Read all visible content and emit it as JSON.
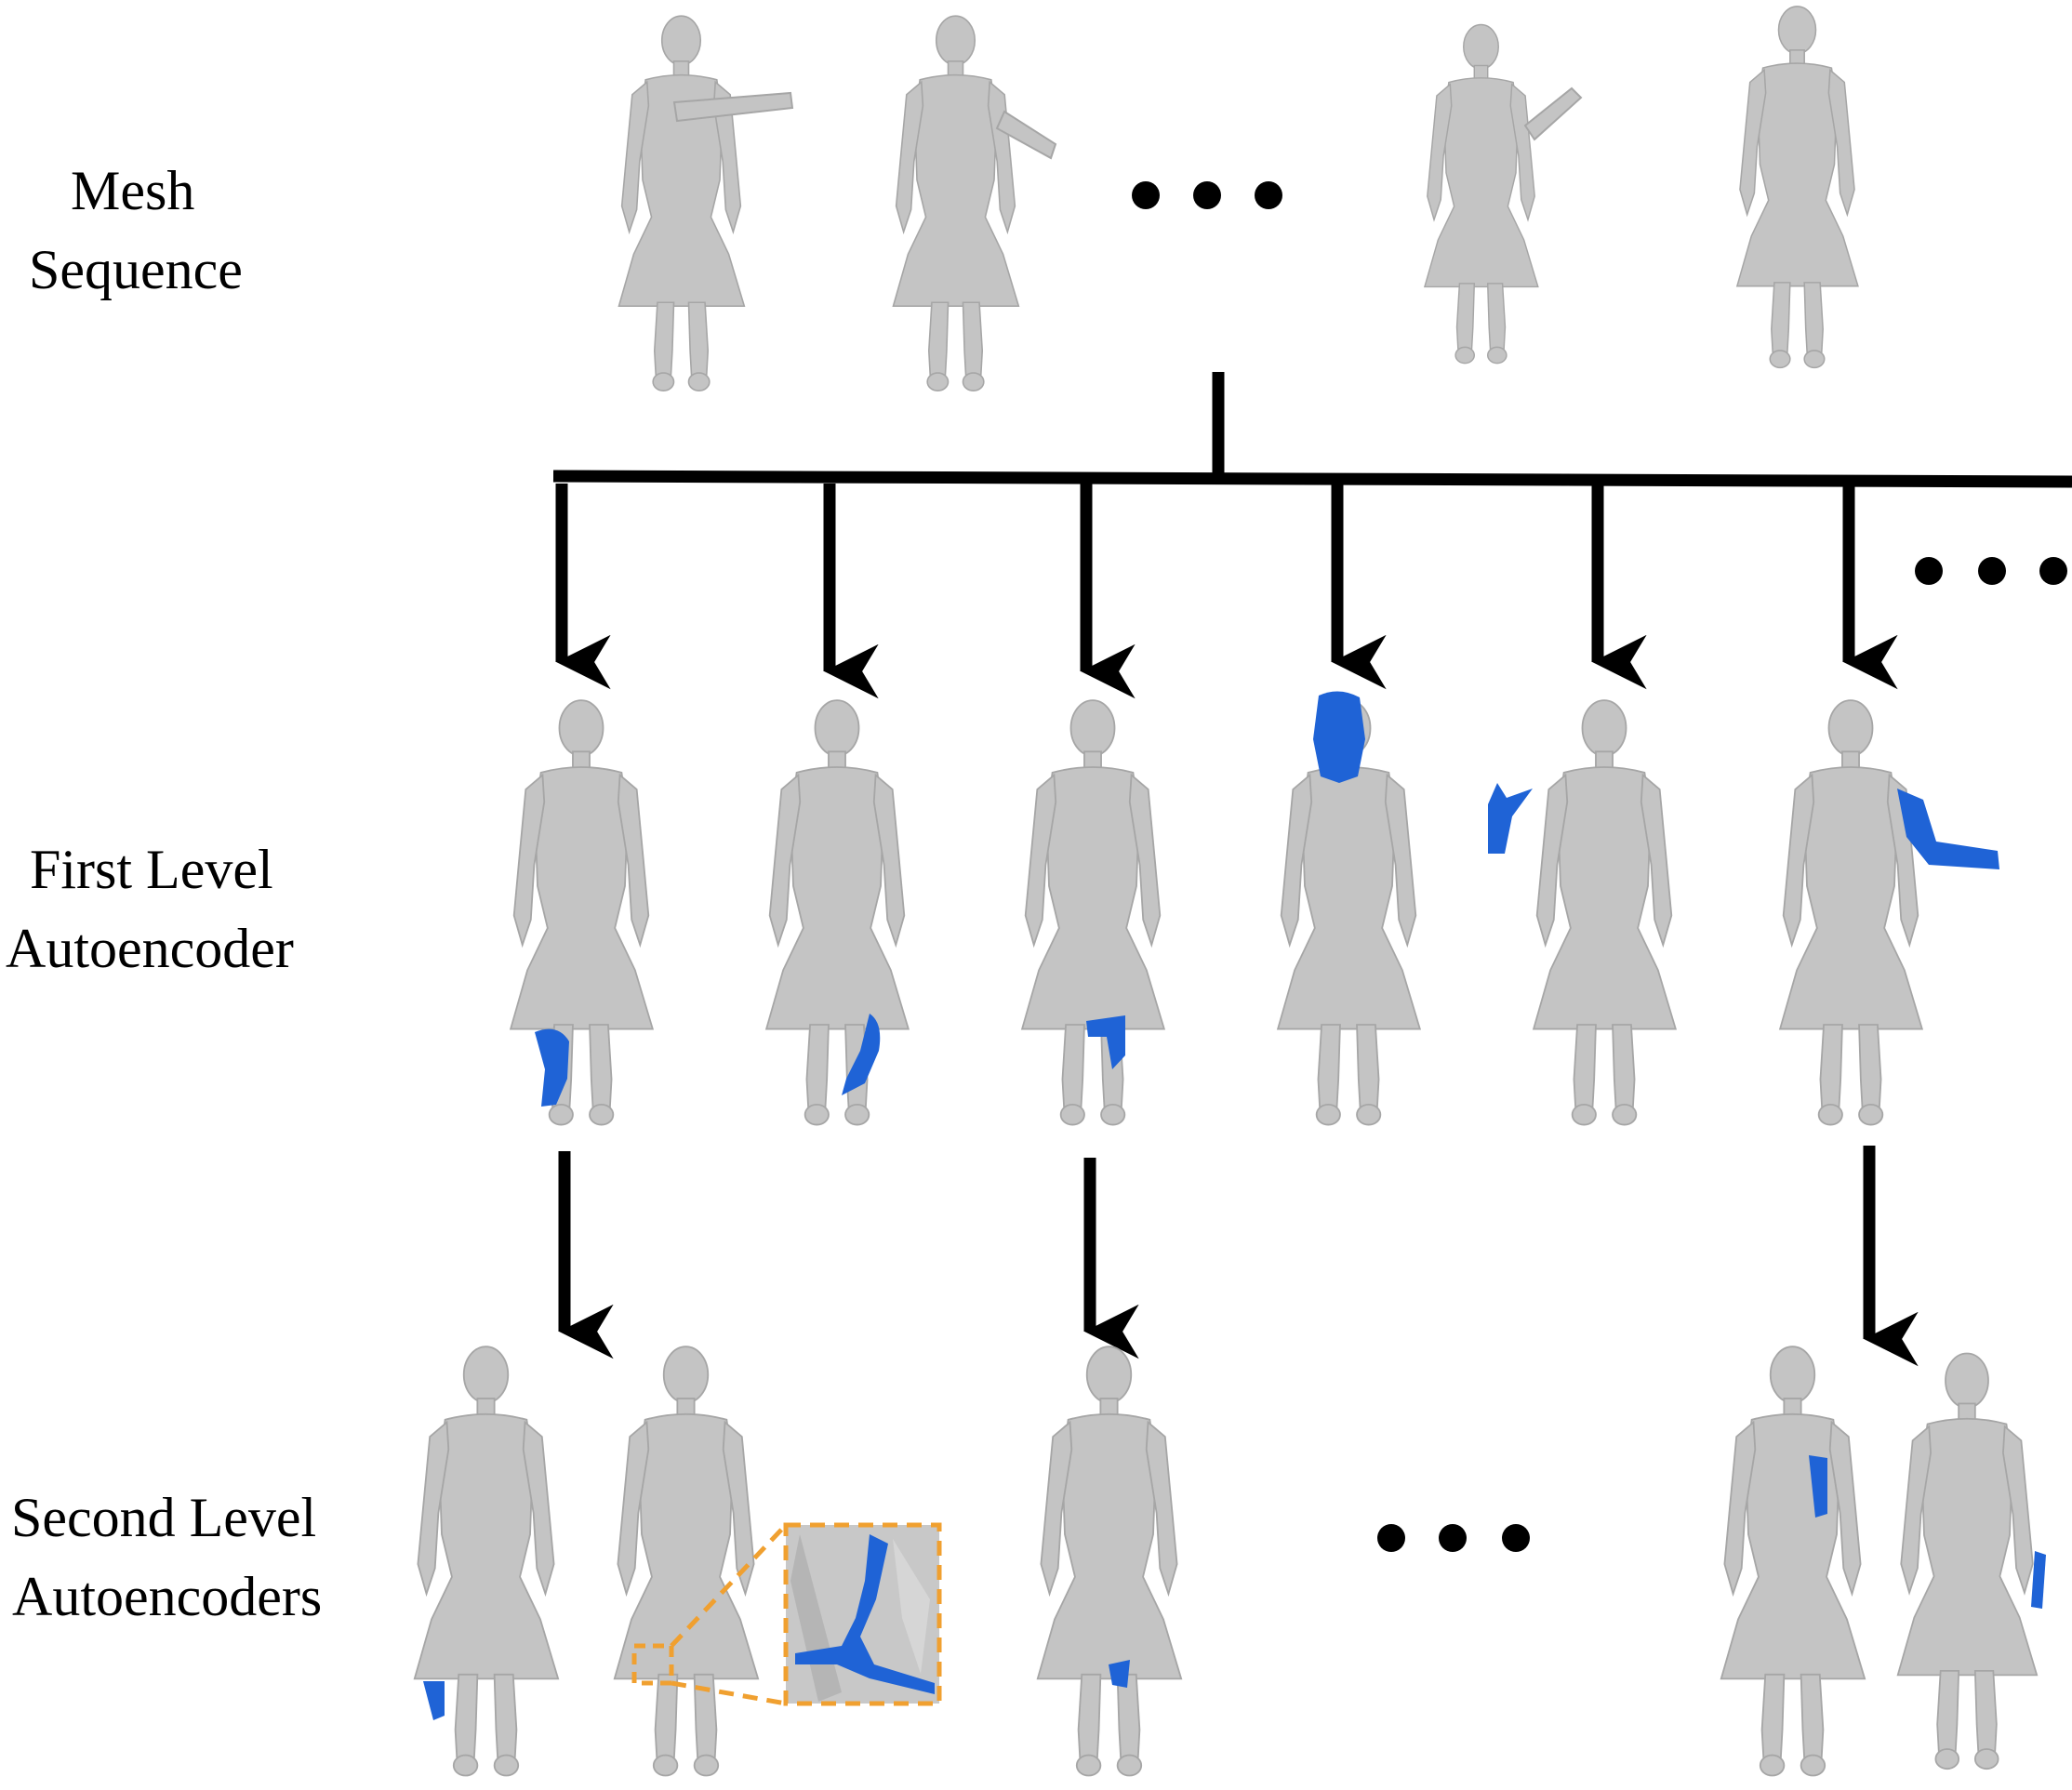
{
  "labels": {
    "mesh_line1": "Mesh",
    "mesh_line2": "Sequence",
    "first_line1": "First Level",
    "first_line2": "Autoencoder",
    "second_line1": "Second Level",
    "second_line2": "Autoencoders"
  },
  "colors": {
    "mesh_fill": "#c2c2c2",
    "mesh_shade": "#a9a9a9",
    "highlight": "#1f63d6",
    "zoom_border": "#f0a030",
    "arrow": "#000000"
  },
  "rows": {
    "mesh_sequence": {
      "figure_count": 4,
      "highlighted_regions": []
    },
    "first_level": {
      "figure_count": 6,
      "highlighted_regions": [
        "left-lower-leg",
        "right-lower-leg",
        "right-knee",
        "head",
        "right-arm",
        "left-arm"
      ]
    },
    "second_level": {
      "figure_count": 5,
      "highlighted_regions": [
        "left-ankle",
        "right-knee-patch",
        "right-calf",
        "left-upper-arm",
        "left-forearm"
      ],
      "zoom_inset": "magnified-blue-region"
    }
  },
  "icons": [
    "ellipsis-dots-icon",
    "down-arrow-icon",
    "zoom-inset-icon"
  ]
}
